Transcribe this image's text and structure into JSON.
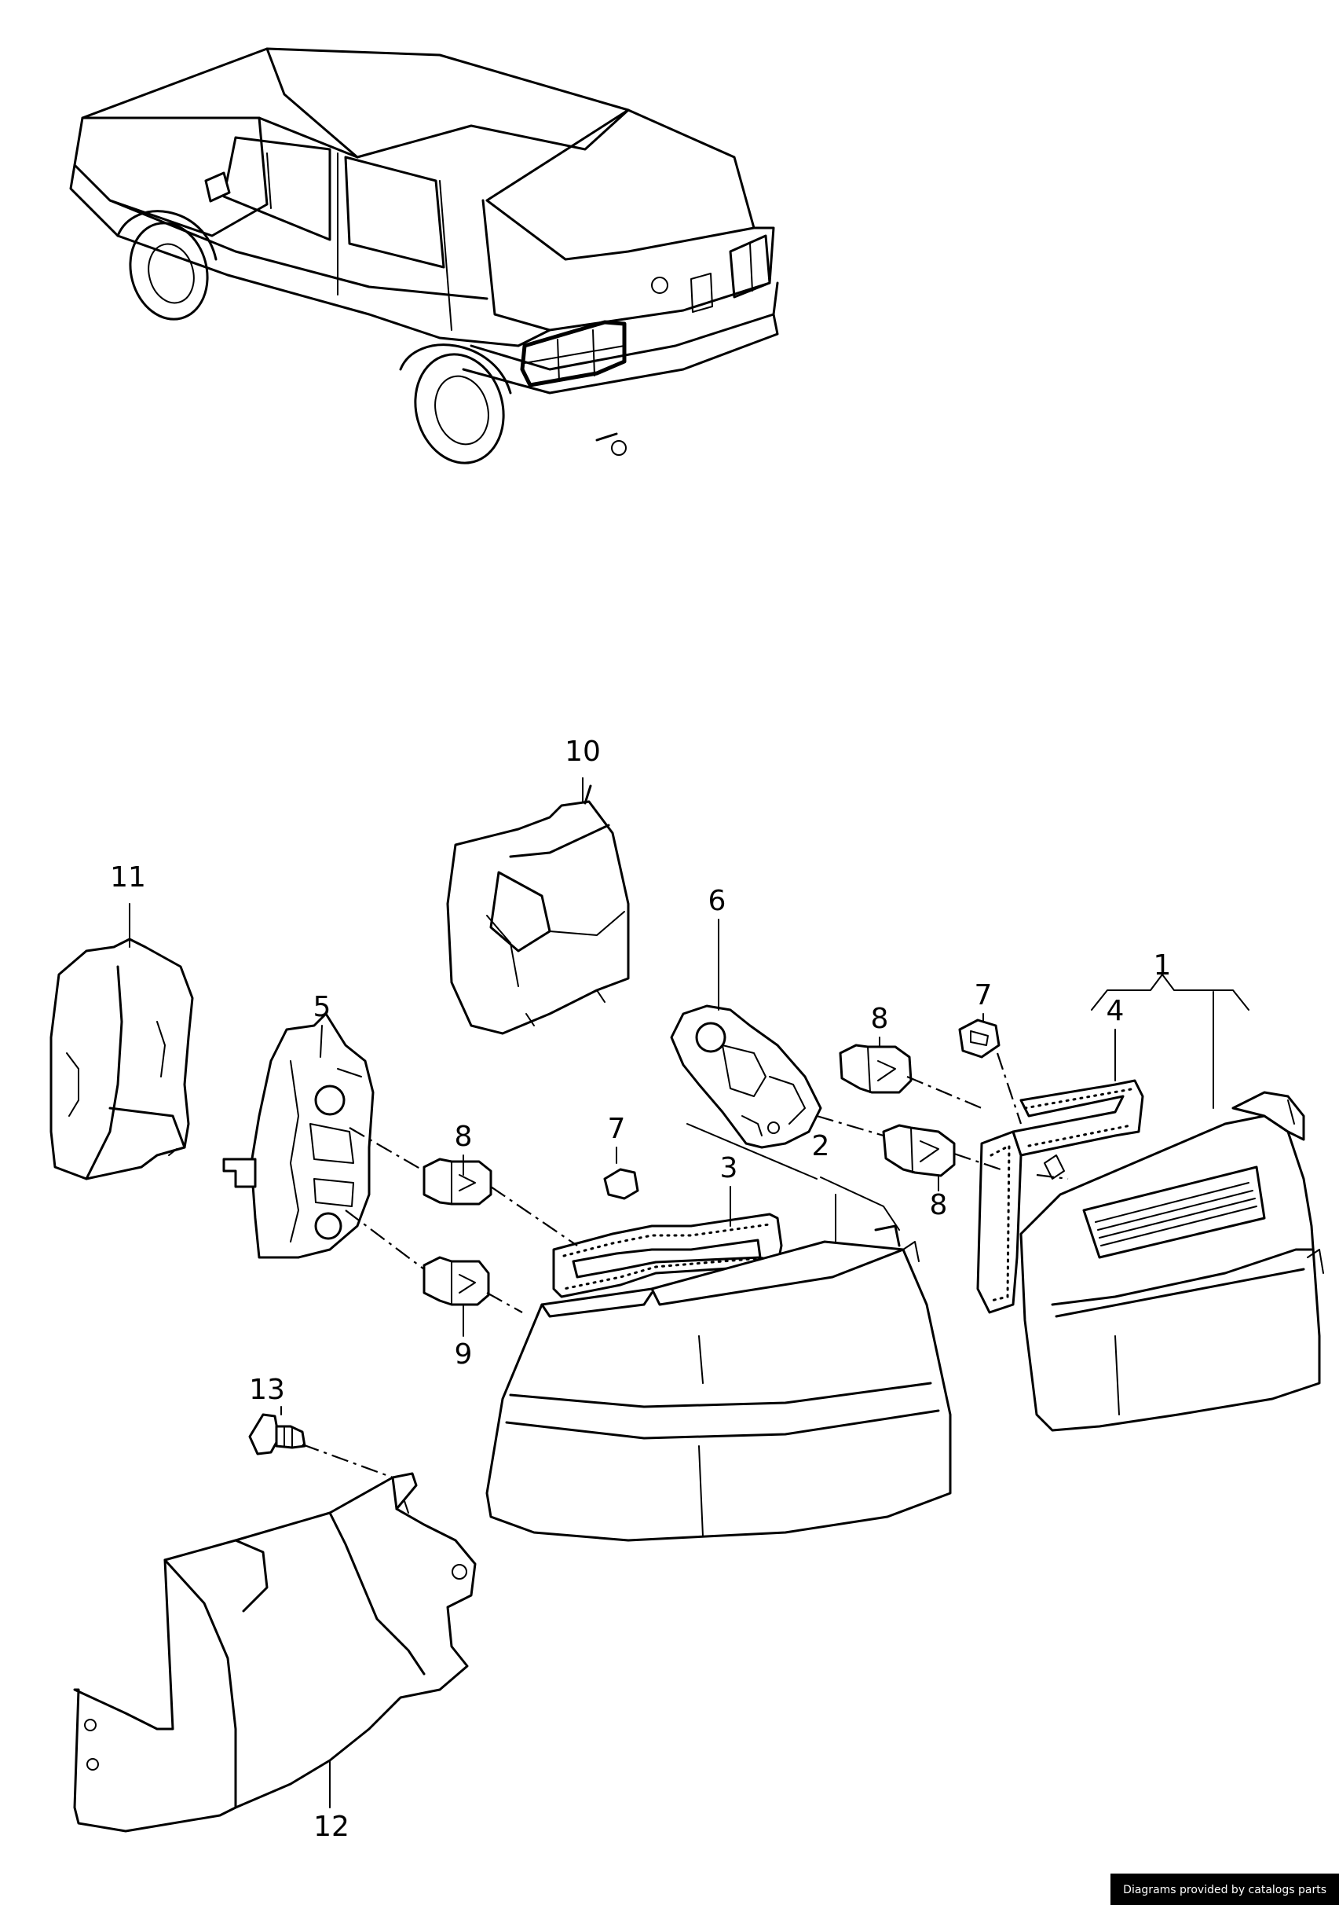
{
  "callouts": {
    "p1": "1",
    "p2": "2",
    "p3": "3",
    "p4": "4",
    "p5": "5",
    "p6": "6",
    "p7a": "7",
    "p7b": "7",
    "p8a": "8",
    "p8b": "8",
    "p8c": "8",
    "p9": "9",
    "p10": "10",
    "p11": "11",
    "p12": "12",
    "p13": "13"
  },
  "credit": "Diagrams provided by catalogs parts"
}
